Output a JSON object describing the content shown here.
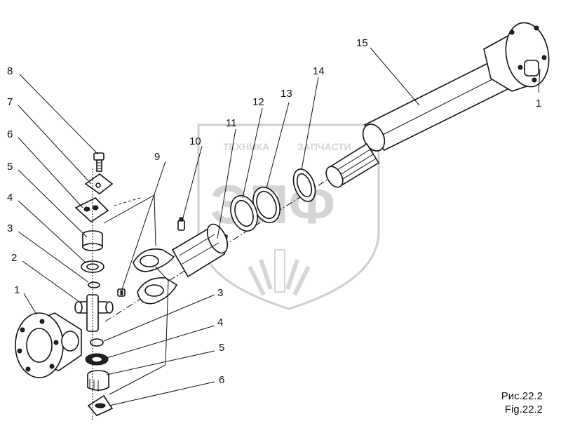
{
  "watermark": {
    "line1": "ТЕХНИКА",
    "line2": "ЗАПЧАСТИ",
    "logo": "ЭПФ"
  },
  "callouts": {
    "c1_left": "1",
    "c2": "2",
    "c3_top": "3",
    "c4_top": "4",
    "c5_top": "5",
    "c6_top": "6",
    "c7": "7",
    "c8": "8",
    "c9": "9",
    "c10": "10",
    "c11": "11",
    "c12": "12",
    "c13": "13",
    "c14": "14",
    "c15": "15",
    "c1_right": "1",
    "c3_bottom": "3",
    "c4_bottom": "4",
    "c5_bottom": "5",
    "c6_bottom": "6"
  },
  "caption": {
    "ru": "Рис.22.2",
    "en": "Fig.22.2"
  }
}
